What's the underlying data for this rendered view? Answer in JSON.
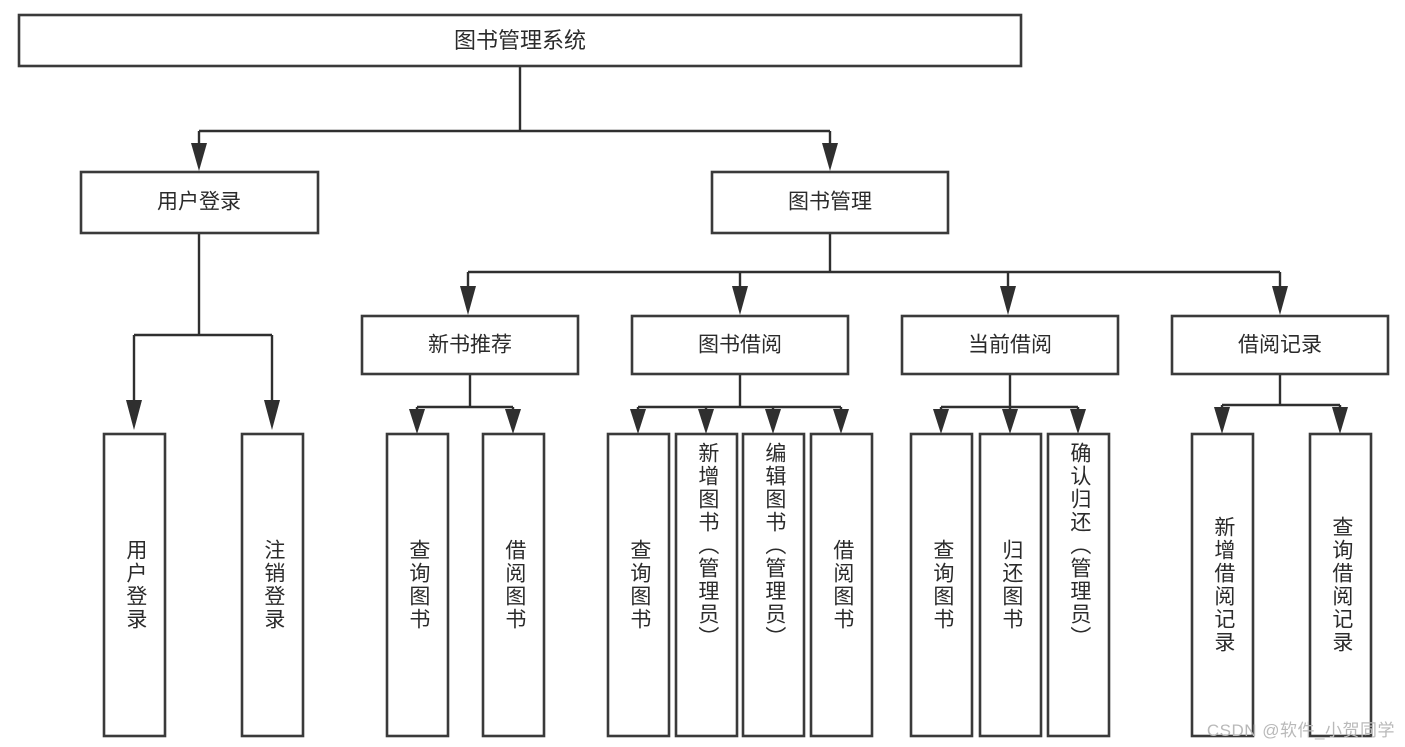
{
  "diagram": {
    "title": "图书管理系统",
    "type": "tree-hierarchy-function-structure",
    "root": {
      "label": "图书管理系统"
    },
    "level2": [
      {
        "label": "用户登录"
      },
      {
        "label": "图书管理"
      }
    ],
    "level3": [
      {
        "label": "新书推荐"
      },
      {
        "label": "图书借阅"
      },
      {
        "label": "当前借阅"
      },
      {
        "label": "借阅记录"
      }
    ],
    "leaves": {
      "user_login": [
        {
          "label": "用户登录"
        },
        {
          "label": "注销登录"
        }
      ],
      "new_book": [
        {
          "label": "查询图书"
        },
        {
          "label": "借阅图书"
        }
      ],
      "book_borrow": [
        {
          "label": "查询图书"
        },
        {
          "label": "新增图书（管理员）"
        },
        {
          "label": "编辑图书（管理员）"
        },
        {
          "label": "借阅图书"
        }
      ],
      "current_borrow": [
        {
          "label": "查询图书"
        },
        {
          "label": "归还图书"
        },
        {
          "label": "确认归还（管理员）"
        }
      ],
      "borrow_record": [
        {
          "label": "新增借阅记录"
        },
        {
          "label": "查询借阅记录"
        }
      ]
    }
  },
  "watermark": {
    "text": "CSDN @软件_小贺同学"
  },
  "colors": {
    "background": "#ffffff",
    "box_border": "#3a3a3a",
    "connector": "#2f2f2f",
    "text": "#2b2b2b",
    "watermark": "#b9b9b9"
  }
}
